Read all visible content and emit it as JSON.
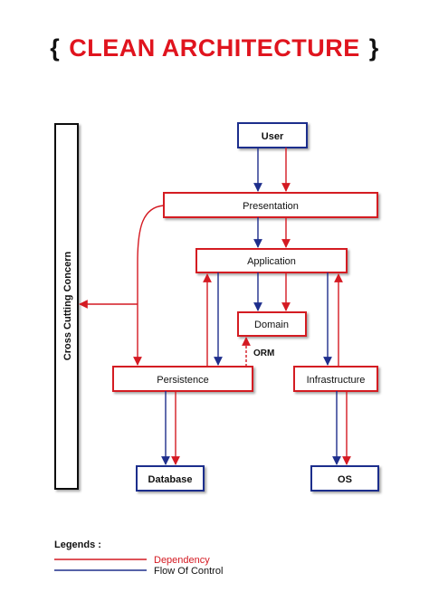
{
  "title": {
    "open_brace": "{",
    "text": "CLEAN ARCHITECTURE",
    "close_brace": "}"
  },
  "nodes": {
    "cross_cutting": "Cross Cutting Concern",
    "user": "User",
    "presentation": "Presentation",
    "application": "Application",
    "domain": "Domain",
    "orm": "ORM",
    "persistence": "Persistence",
    "infrastructure": "Infrastructure",
    "database": "Database",
    "os": "OS"
  },
  "legend": {
    "heading": "Legends :",
    "dependency": "Dependency",
    "flow_of_control": "Flow Of Control"
  },
  "colors": {
    "red": "#d41a22",
    "blue": "#1e2e8c",
    "dark": "#111111"
  }
}
